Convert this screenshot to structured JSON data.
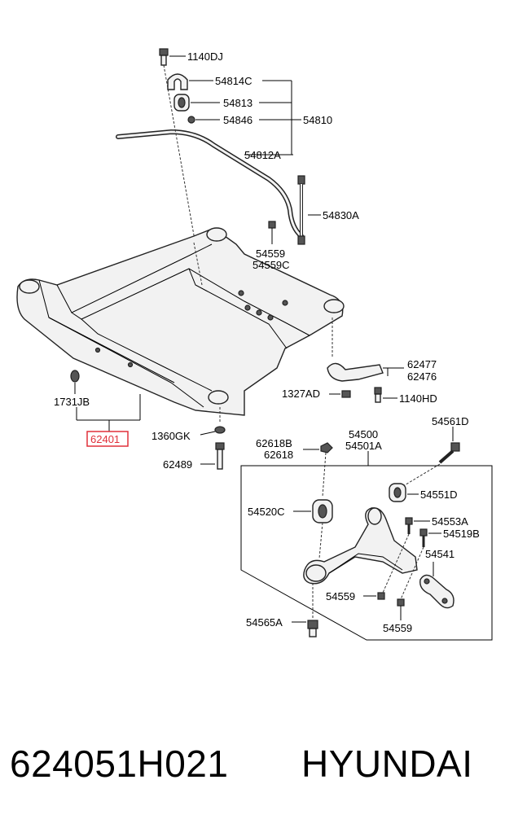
{
  "labels": {
    "l_1140DJ": "1140DJ",
    "l_54814C": "54814C",
    "l_54813": "54813",
    "l_54846": "54846",
    "l_54810": "54810",
    "l_54812A": "54812A",
    "l_54830A": "54830A",
    "l_54559_top": "54559",
    "l_54559C": "54559C",
    "l_62477": "62477",
    "l_62476": "62476",
    "l_1327AD": "1327AD",
    "l_1140HD": "1140HD",
    "l_1731JB": "1731JB",
    "l_62401": "62401",
    "l_1360GK": "1360GK",
    "l_62489": "62489",
    "l_62618B": "62618B",
    "l_62618": "62618",
    "l_54500": "54500",
    "l_54501A": "54501A",
    "l_54561D": "54561D",
    "l_54551D": "54551D",
    "l_54520C": "54520C",
    "l_54553A": "54553A",
    "l_54519B": "54519B",
    "l_54541": "54541",
    "l_54559_left": "54559",
    "l_54559_right": "54559",
    "l_54565A": "54565A"
  },
  "highlight_color": "#e0303a",
  "footer": {
    "part_number": "624051H021",
    "brand": "HYUNDAI"
  }
}
